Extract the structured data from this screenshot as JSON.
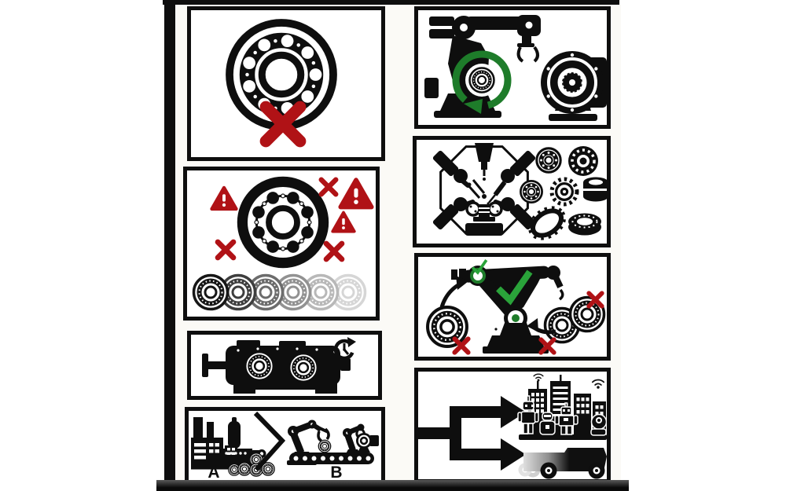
{
  "colors": {
    "ink": "#0e0e0e",
    "red": "#b01216",
    "green": "#1e7c2a",
    "green_bright": "#2aa33a",
    "panel_bg": "#ffffff",
    "backdrop": "#fbfaf6",
    "bar_top": "#5a5a5a",
    "bar_bottom": "#0a0a0a",
    "fade": [
      "#161616",
      "#3e3e3e",
      "#6c6c6c",
      "#929292",
      "#b8b8b8",
      "#d6d6d6"
    ],
    "ghost": [
      "#cfcfcf",
      "#e2e2e2"
    ]
  },
  "panels": [
    {
      "id": "bearing-prohibited",
      "icons": [
        "ball-bearing",
        "red-x"
      ]
    },
    {
      "id": "bearing-failure-warnings",
      "icons": [
        "ball-bearing",
        "warning-triangle",
        "red-x",
        "fading-bearing-row"
      ]
    },
    {
      "id": "gearbox-service-time",
      "icons": [
        "gearbox-with-bearings",
        "clock-arrow"
      ]
    },
    {
      "id": "factory-vs-robot-line",
      "icons": [
        "factory",
        "bearing-pile",
        "chevron",
        "robot-arms",
        "conveyor",
        "motor"
      ],
      "labels": {
        "a": "A",
        "b": "B"
      }
    },
    {
      "id": "robot-bearing-rotation-motor",
      "icons": [
        "robot-arm",
        "green-rotation-arrows",
        "ball-bearing",
        "electric-motor"
      ]
    },
    {
      "id": "precision-assembly-bearing-types",
      "icons": [
        "hands-with-tools",
        "octagon-frame",
        "bearing-set"
      ]
    },
    {
      "id": "robot-bearing-selection",
      "icons": [
        "robot-arm",
        "green-check",
        "rejected-bearing",
        "red-x",
        "arrows"
      ]
    },
    {
      "id": "branching-outcomes",
      "icons": [
        "branch-arrows",
        "smart-city",
        "robots",
        "wifi",
        "autonomous-truck"
      ]
    }
  ]
}
